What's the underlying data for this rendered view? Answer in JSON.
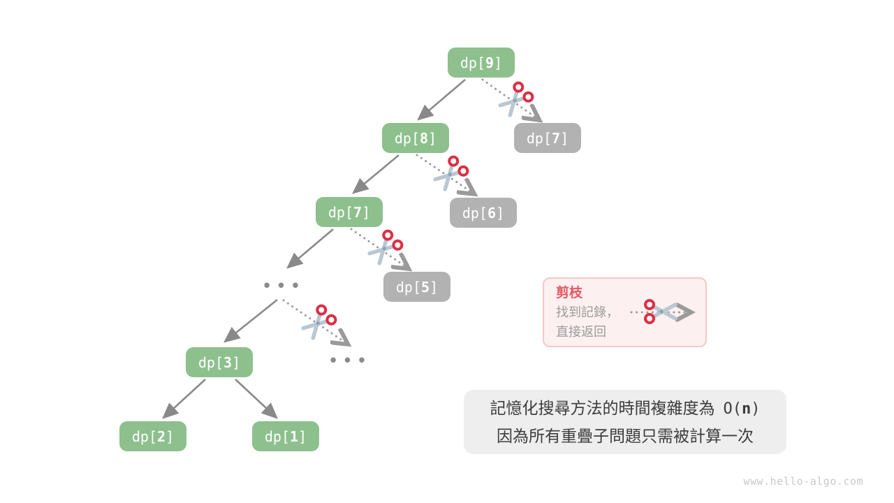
{
  "diagram": {
    "nodes": [
      {
        "pre": "dp[",
        "num": "9",
        "post": "]",
        "variant": "green"
      },
      {
        "pre": "dp[",
        "num": "8",
        "post": "]",
        "variant": "green"
      },
      {
        "pre": "dp[",
        "num": "7",
        "post": "]",
        "variant": "gray"
      },
      {
        "pre": "dp[",
        "num": "7",
        "post": "]",
        "variant": "green"
      },
      {
        "pre": "dp[",
        "num": "6",
        "post": "]",
        "variant": "gray"
      },
      {
        "pre": "dp[",
        "num": "5",
        "post": "]",
        "variant": "gray"
      },
      {
        "pre": "dp[",
        "num": "3",
        "post": "]",
        "variant": "green"
      },
      {
        "pre": "dp[",
        "num": "2",
        "post": "]",
        "variant": "green"
      },
      {
        "pre": "dp[",
        "num": "1",
        "post": "]",
        "variant": "green"
      }
    ],
    "ellipsis": "•••"
  },
  "legend": {
    "title": "剪枝",
    "body_line1": "找到記錄，",
    "body_line2": "直接返回"
  },
  "note": {
    "line1_text": "記憶化搜尋方法的時間複雜度為",
    "o_open": "O(",
    "n": "n",
    "close": ")",
    "line2": "因為所有重疊子問題只需被計算一次"
  },
  "watermark": "www.hello-algo.com",
  "colors": {
    "node_green": "#8dc08d",
    "node_gray": "#b2b2b2",
    "edge_solid": "#898989",
    "edge_dotted": "#9a9a9a",
    "scissors_red": "#dd2e44",
    "scissors_blade": "#b9c8d2",
    "legend_bg": "#fdf0f0",
    "legend_border": "#f2c9c9",
    "legend_title": "#e25862",
    "note_bg": "#eeeeee"
  }
}
